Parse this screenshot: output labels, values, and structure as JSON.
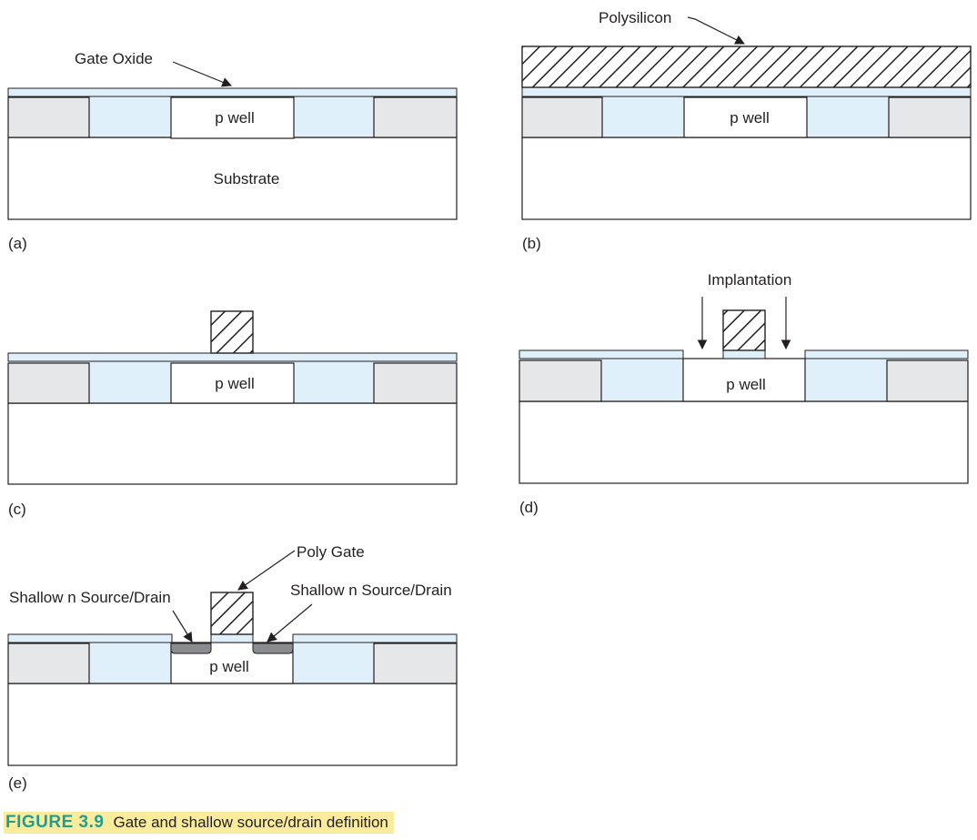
{
  "labels": {
    "gate_oxide": "Gate Oxide",
    "polysilicon": "Polysilicon",
    "implantation": "Implantation",
    "poly_gate": "Poly Gate",
    "shallow_sd_left": "Shallow n Source/Drain",
    "shallow_sd_right": "Shallow n Source/Drain",
    "p_well": "p well",
    "substrate": "Substrate"
  },
  "panels": [
    "(a)",
    "(b)",
    "(c)",
    "(d)",
    "(e)"
  ],
  "caption": {
    "number": "FIGURE 3.9",
    "text": "Gate and shallow source/drain definition"
  },
  "colors": {
    "oxide": "#dff0fa",
    "sti": "#e6e7e8",
    "source_drain": "#8a8c8e",
    "caption_bg": "#fbec9b",
    "caption_number": "#1f9e96"
  }
}
